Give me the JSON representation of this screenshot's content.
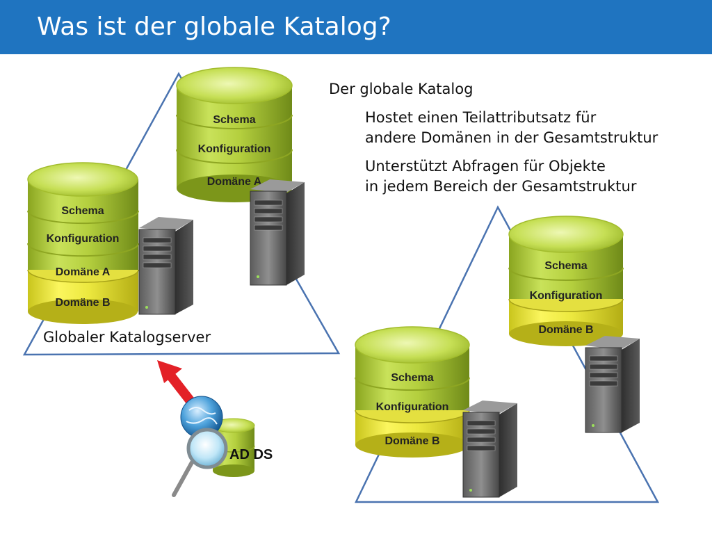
{
  "title": "Was ist der globale Katalog?",
  "description": {
    "heading": "Der globale Katalog",
    "bullets": [
      [
        "Hostet einen Teilattributsatz für",
        "andere Domänen in der Gesamtstruktur"
      ],
      [
        "Unterstützt Abfragen für Objekte",
        "in jedem Bereich der Gesamtstruktur"
      ]
    ]
  },
  "global_catalog_server_label": "Globaler Katalogserver",
  "adds_label": "AD DS",
  "databases": {
    "gc": [
      "Schema",
      "Konfiguration",
      "Domäne A",
      "Domäne B"
    ],
    "domain_a": [
      "Schema",
      "Konfiguration",
      "Domäne A"
    ],
    "domain_b_upper": [
      "Schema",
      "Konfiguration",
      "Domäne B"
    ],
    "domain_b_lower": [
      "Schema",
      "Konfiguration",
      "Domäne B"
    ]
  },
  "colors": {
    "title_bar": "#1f74c0",
    "green_band": "#b0cd3a",
    "yellow_band": "#e8e43a",
    "triangle": "#4a73b0",
    "arrow": "#e32127"
  }
}
